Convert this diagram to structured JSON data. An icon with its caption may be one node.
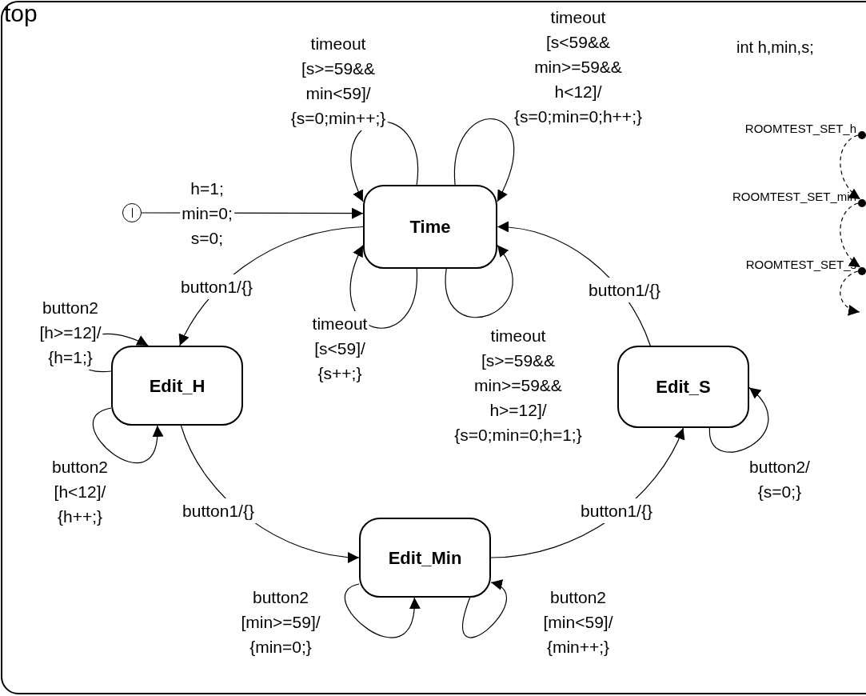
{
  "diagram": {
    "nodes": [
      {
        "text": [
          "top"
        ]
      },
      {
        "text": [
          "Time"
        ],
        "in": 0
      },
      {
        "text": [
          "Edit_H"
        ],
        "in": 0
      },
      {
        "text": [
          "Edit_Min"
        ],
        "in": 0
      },
      {
        "text": [
          "Edit_S"
        ],
        "in": 0
      },
      {
        "text": [],
        "shape": "circle",
        "in": 0
      },
      {
        "text": [],
        "shape": "circle",
        "in": 0,
        "beside": [
          "ROOMTEST_SET_h"
        ]
      },
      {
        "text": [],
        "shape": "circle",
        "in": 0,
        "beside": [
          "ROOMTEST_SET_min"
        ]
      },
      {
        "text": [],
        "shape": "circle",
        "in": 0,
        "beside": [
          "ROOMTEST_SET_s"
        ]
      }
    ],
    "edges": [
      {
        "from": 5,
        "to": 1,
        "arrow": "to",
        "label": "h=1; min=0; s=0;"
      },
      {
        "from": 1,
        "to": 1,
        "arrow": "to",
        "label": "timeout [s>=59&& min<59]/ {s=0;min++;}"
      },
      {
        "from": 1,
        "to": 1,
        "arrow": "to",
        "label": "timeout [s<59&& min>=59&& h<12]/ {s=0;min=0;h++;}"
      },
      {
        "from": 1,
        "to": 1,
        "arrow": "to",
        "label": "timeout [s<59]/ {s++;}"
      },
      {
        "from": 1,
        "to": 1,
        "arrow": "to",
        "label": "timeout [s>=59&& min>=59&& h>=12]/ {s=0;min=0;h=1;}"
      },
      {
        "from": 1,
        "to": 2,
        "arrow": "to",
        "label": "button1/{}"
      },
      {
        "from": 2,
        "to": 2,
        "arrow": "to",
        "label": "button2 [h>=12]/ {h=1;}"
      },
      {
        "from": 2,
        "to": 2,
        "arrow": "to",
        "label": "button2 [h<12]/ {h++;}"
      },
      {
        "from": 2,
        "to": 3,
        "arrow": "to",
        "label": "button1/{}"
      },
      {
        "from": 3,
        "to": 3,
        "arrow": "to",
        "label": "button2 [min>=59]/ {min=0;}"
      },
      {
        "from": 3,
        "to": 3,
        "arrow": "to",
        "label": "button2 [min<59]/ {min++;}"
      },
      {
        "from": 3,
        "to": 4,
        "arrow": "to",
        "label": "button1/{}"
      },
      {
        "from": 4,
        "to": 4,
        "arrow": "to",
        "label": "button2/ {s=0;}"
      },
      {
        "from": 4,
        "to": 1,
        "arrow": "to",
        "label": "button1/{}"
      },
      {
        "from": 6,
        "to": 7,
        "arrow": "to",
        "style": "dashed"
      },
      {
        "from": 7,
        "to": 8,
        "arrow": "to",
        "style": "dashed"
      },
      {
        "from": 8,
        "to": null,
        "arrow": "to",
        "style": "dashed"
      }
    ],
    "labels": [
      "int h,min,s;"
    ]
  }
}
